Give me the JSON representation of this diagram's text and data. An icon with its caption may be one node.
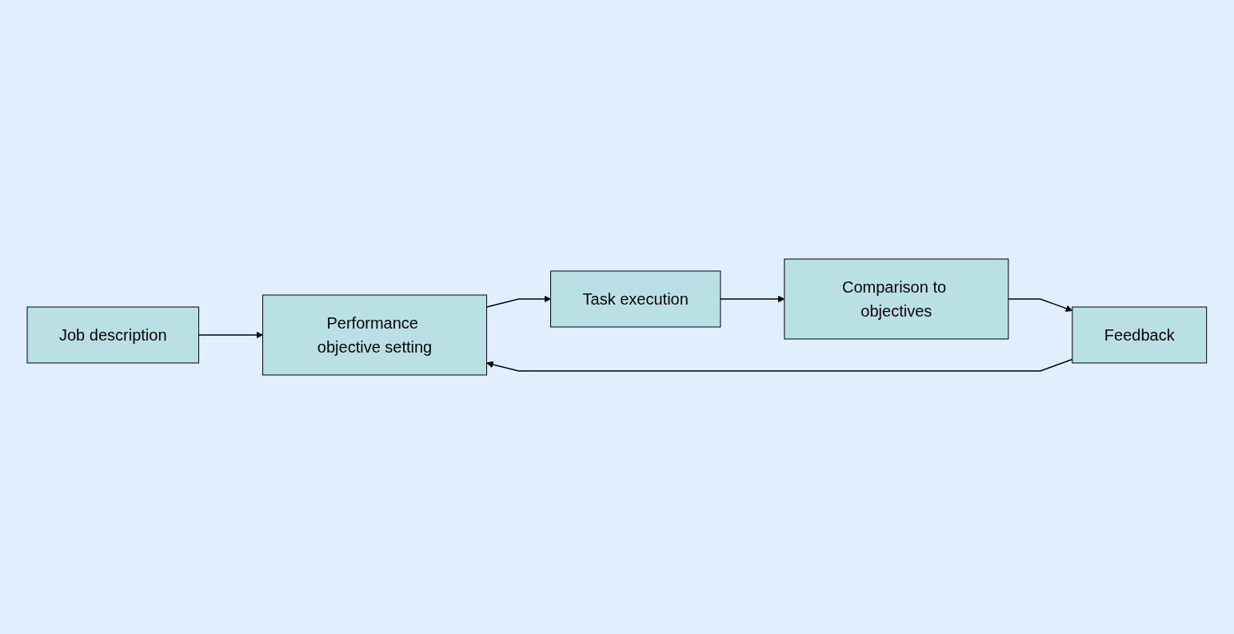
{
  "diagram": {
    "nodes": [
      {
        "text": [
          "Job description"
        ]
      },
      {
        "text": [
          "Performance objective setting"
        ]
      },
      {
        "text": [
          "Task execution"
        ]
      },
      {
        "text": [
          "Comparison to objectives"
        ]
      },
      {
        "text": [
          "Feedback"
        ]
      }
    ],
    "edges": [
      {
        "from": 0,
        "to": 1,
        "arrow": "to"
      },
      {
        "from": 1,
        "to": 2,
        "arrow": "to"
      },
      {
        "from": 2,
        "to": 3,
        "arrow": "to"
      },
      {
        "from": 3,
        "to": 4,
        "arrow": "to"
      },
      {
        "from": 4,
        "to": 1,
        "arrow": "to"
      }
    ]
  }
}
